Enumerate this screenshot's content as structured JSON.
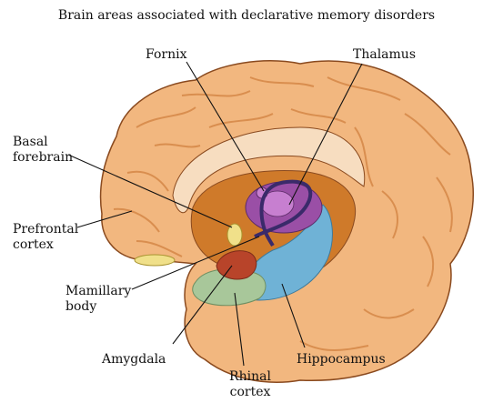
{
  "title": "Brain areas associated with declarative memory disorders",
  "labels": {
    "fornix": "Fornix",
    "thalamus": "Thalamus",
    "basal_forebrain_1": "Basal",
    "basal_forebrain_2": "forebrain",
    "prefrontal_cortex_1": "Prefrontal",
    "prefrontal_cortex_2": "cortex",
    "mamillary_body_1": "Mamillary",
    "mamillary_body_2": "body",
    "amygdala": "Amygdala",
    "rhinal_cortex_1": "Rhinal",
    "rhinal_cortex_2": "cortex",
    "hippocampus": "Hippocampus"
  },
  "colors": {
    "cortex": "#f2b77f",
    "cortex_dark": "#d98e4f",
    "outline": "#8a4a1f",
    "corpus_callosum": "#f7ddc0",
    "inner_region": "#cf7a2a",
    "thalamus": "#9a4fa6",
    "thalamus_light": "#c77fd0",
    "hippocampus": "#6fb2d6",
    "amygdala": "#b8442a",
    "rhinal_cortex": "#a8c79a",
    "basal_forebrain": "#f0e08a",
    "fornix_line": "#3a2a6a",
    "leader_line": "#111111"
  }
}
